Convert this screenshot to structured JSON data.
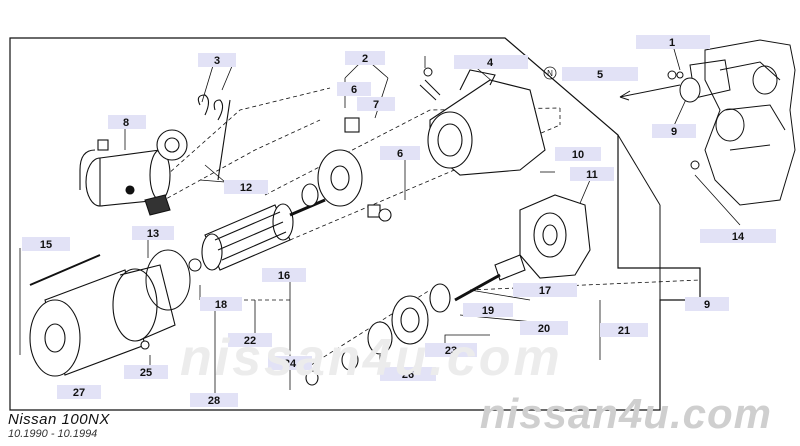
{
  "diagram": {
    "callouts": [
      {
        "id": "c1",
        "label": "1"
      },
      {
        "id": "c2",
        "label": "2"
      },
      {
        "id": "c3",
        "label": "3"
      },
      {
        "id": "c4",
        "label": "4"
      },
      {
        "id": "c5",
        "label": "5"
      },
      {
        "id": "c6a",
        "label": "6"
      },
      {
        "id": "c6b",
        "label": "6"
      },
      {
        "id": "c7",
        "label": "7"
      },
      {
        "id": "c8",
        "label": "8"
      },
      {
        "id": "c9a",
        "label": "9"
      },
      {
        "id": "c9b",
        "label": "9"
      },
      {
        "id": "c10",
        "label": "10"
      },
      {
        "id": "c11",
        "label": "11"
      },
      {
        "id": "c12",
        "label": "12"
      },
      {
        "id": "c13",
        "label": "13"
      },
      {
        "id": "c14",
        "label": "14"
      },
      {
        "id": "c15",
        "label": "15"
      },
      {
        "id": "c16",
        "label": "16"
      },
      {
        "id": "c17",
        "label": "17"
      },
      {
        "id": "c18",
        "label": "18"
      },
      {
        "id": "c19",
        "label": "19"
      },
      {
        "id": "c20",
        "label": "20"
      },
      {
        "id": "c21",
        "label": "21"
      },
      {
        "id": "c22",
        "label": "22"
      },
      {
        "id": "c23",
        "label": "23"
      },
      {
        "id": "c24",
        "label": "24"
      },
      {
        "id": "c25",
        "label": "25"
      },
      {
        "id": "c26",
        "label": "26"
      },
      {
        "id": "c27",
        "label": "27"
      },
      {
        "id": "c28",
        "label": "28"
      }
    ],
    "note_symbol": "N"
  },
  "caption": {
    "model": "Nissan 100NX",
    "period": "10.1990 - 10.1994",
    "brand": "nissan4u.com",
    "watermark": "nissan4u.com"
  },
  "colors": {
    "callout_fill": "#e2e2f6",
    "line": "#111111",
    "background": "#ffffff"
  }
}
